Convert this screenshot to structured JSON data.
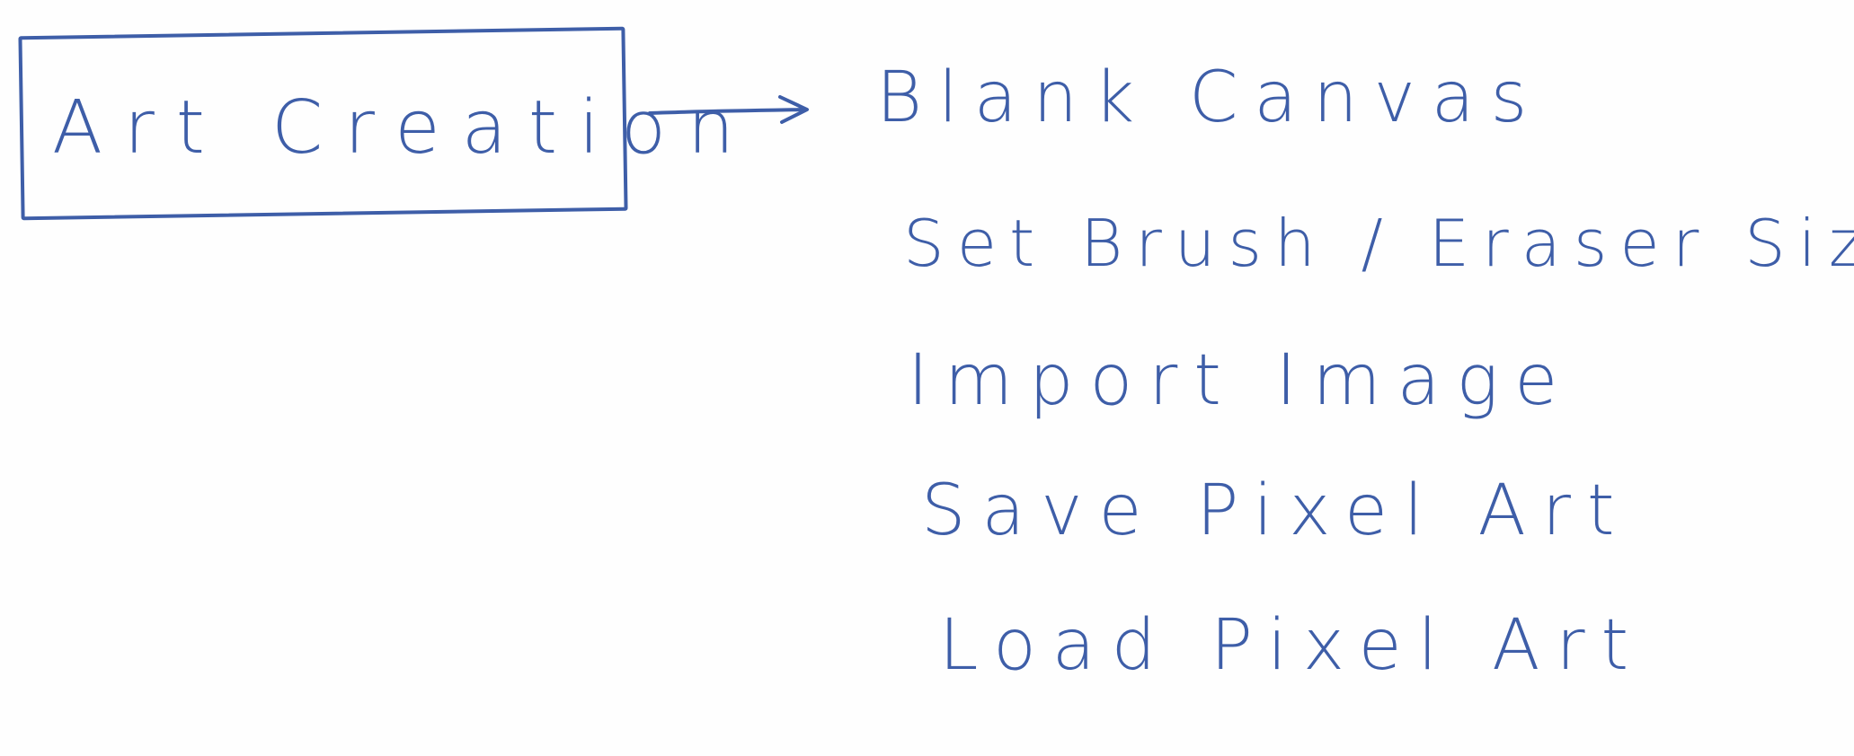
{
  "diagram": {
    "source_label": "Art Creation",
    "items": [
      "Blank Canvas",
      "Set Brush / Eraser Size",
      "Import Image",
      "Save Pixel Art",
      "Load Pixel Art"
    ]
  },
  "colors": {
    "ink": "#3e5ea8",
    "paper": "#fefefe"
  }
}
